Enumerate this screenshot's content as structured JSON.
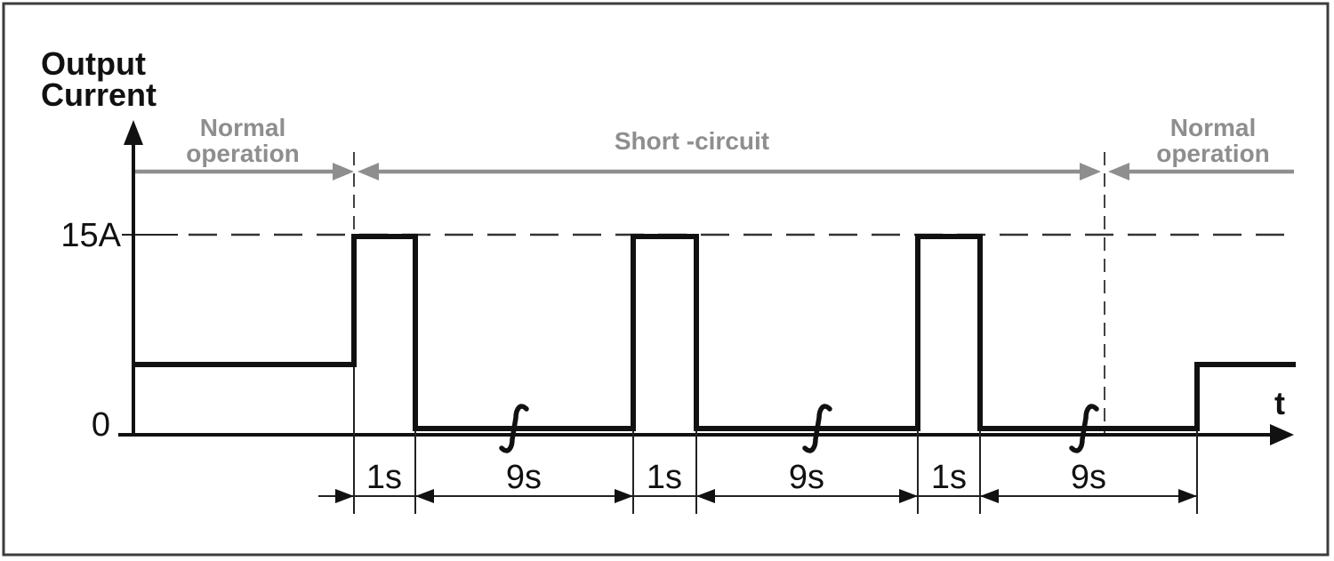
{
  "diagram": {
    "y_axis_title_line1": "Output",
    "y_axis_title_line2": "Current",
    "y_tick_15a": "15A",
    "y_tick_0": "0",
    "x_axis_label": "t",
    "phase_normal_left_line1": "Normal",
    "phase_normal_left_line2": "operation",
    "phase_short_circuit": "Short -circuit",
    "phase_normal_right_line1": "Normal",
    "phase_normal_right_line2": "operation",
    "dim_labels": [
      "1s",
      "9s",
      "1s",
      "9s",
      "1s",
      "9s"
    ]
  },
  "timing_pattern": {
    "short_circuit_pulse_on": "1s",
    "short_circuit_pulse_off": "9s",
    "peak_current_label": "15A",
    "zero_current_label": "0"
  },
  "colors": {
    "phase_gray": "#8e8e8e",
    "line_black": "#111111",
    "frame_gray": "#3c3c3c",
    "background": "#ffffff"
  }
}
